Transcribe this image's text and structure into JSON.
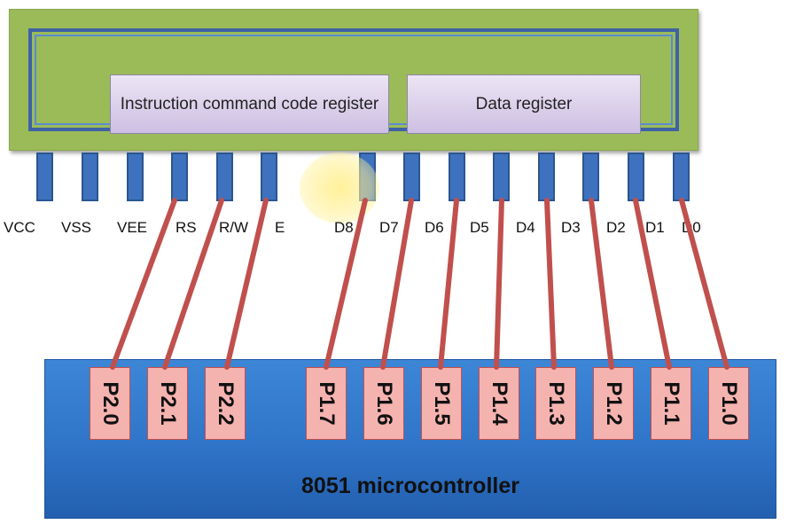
{
  "lcd": {
    "registers": {
      "instruction": "Instruction command code register",
      "data": "Data register"
    },
    "pin_labels": [
      "VCC",
      "VSS",
      "VEE",
      "RS",
      "R/W",
      "E",
      "D8",
      "D7",
      "D6",
      "D5",
      "D4",
      "D3",
      "D2",
      "D1",
      "D0"
    ]
  },
  "mcu": {
    "title": "8051 microcontroller",
    "ports": [
      "P2.0",
      "P2.1",
      "P2.2",
      "P1.7",
      "P1.6",
      "P1.5",
      "P1.4",
      "P1.3",
      "P1.2",
      "P1.1",
      "P1.0"
    ]
  },
  "colors": {
    "lcd_body": "#9bbb59",
    "lcd_border": "#3e62a4",
    "register_fill": "#ddd3ec",
    "pin": "#3e72be",
    "wire": "#c0504d",
    "port_fill": "#f5b3b0",
    "mcu_fill": "#2f74c8"
  }
}
